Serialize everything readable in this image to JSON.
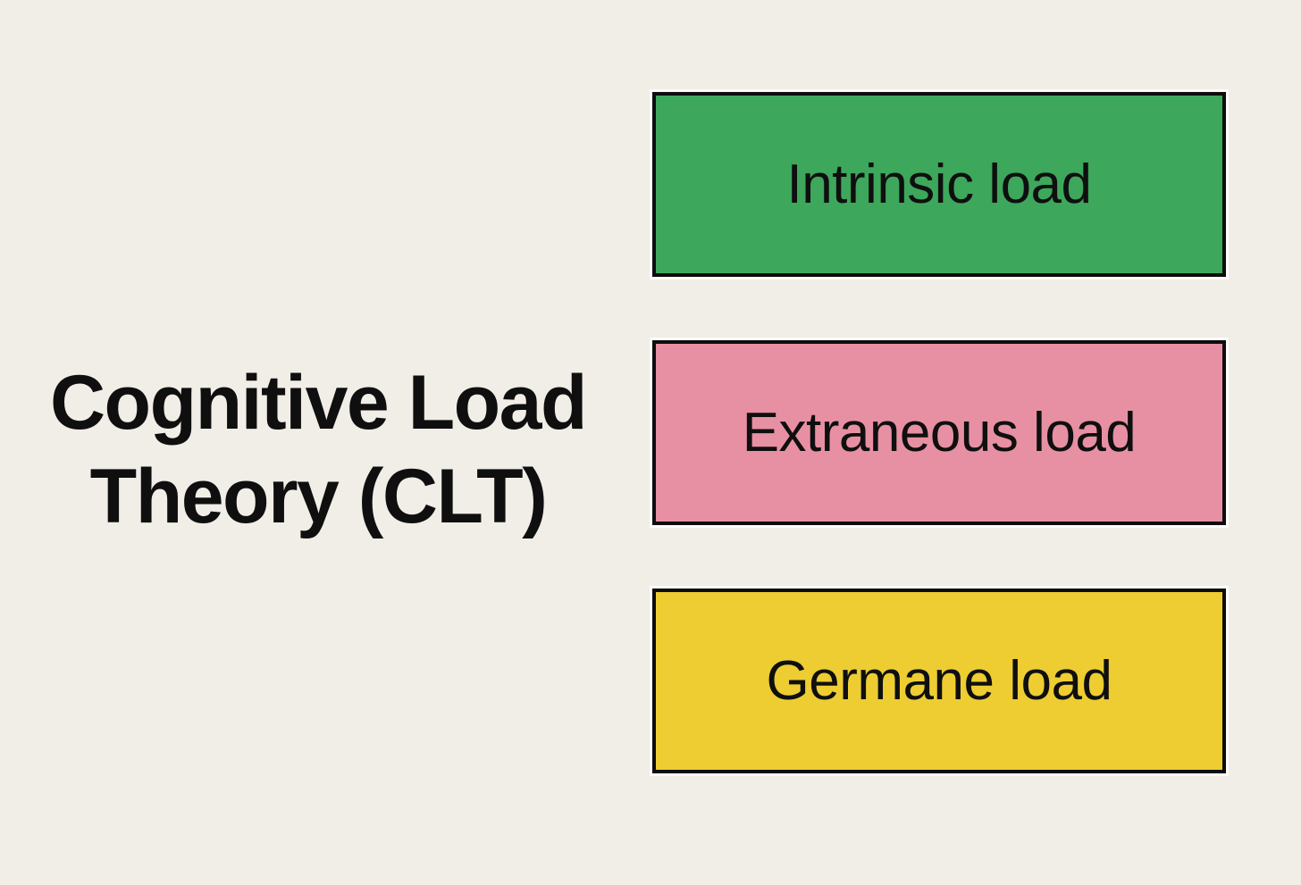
{
  "page": {
    "background_color": "#f1ede7"
  },
  "title": {
    "text": "Cognitive Load Theory (CLT)",
    "color": "#0f0f0f"
  },
  "diagram": {
    "boxes": [
      {
        "label": "Intrinsic load",
        "fill_color": "#3da75c",
        "border_color": "#0d0d0d",
        "label_color": "#0f0f0f"
      },
      {
        "label": "Extraneous load",
        "fill_color": "#e890a3",
        "border_color": "#0d0d0d",
        "label_color": "#0f0f0f"
      },
      {
        "label": "Germane load",
        "fill_color": "#edcd31",
        "border_color": "#0d0d0d",
        "label_color": "#0f0f0f"
      }
    ]
  }
}
